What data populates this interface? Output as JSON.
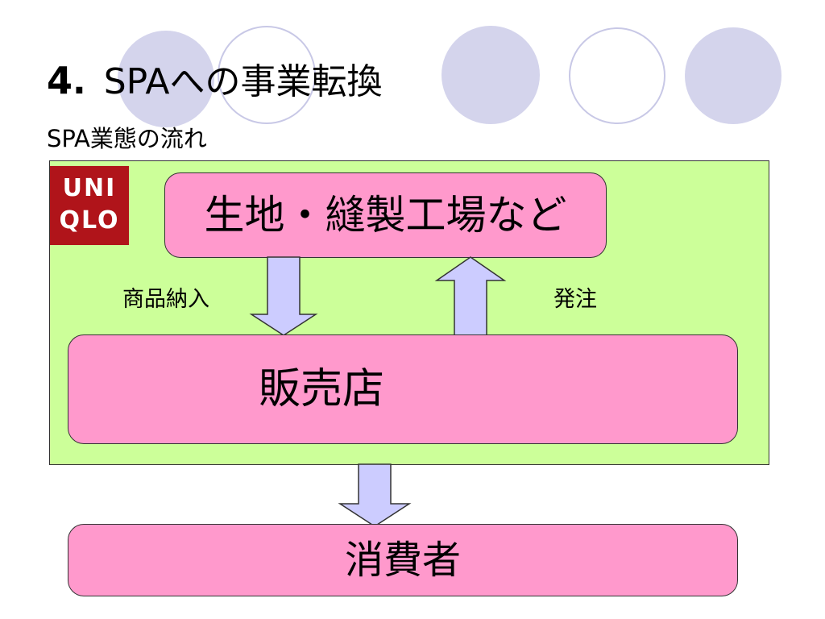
{
  "slide": {
    "title_number": "4",
    "title_dot": ".",
    "title_text": "SPAへの事業転換",
    "subtitle": "SPA業態の流れ"
  },
  "logo": {
    "line1": "UNI",
    "line2": "QLO",
    "color": "#b0141a"
  },
  "diagram": {
    "factory_label": "生地・縫製工場など",
    "store_label": "販売店",
    "consumer_label": "消費者",
    "delivery_label": "商品納入",
    "order_label": "発注"
  },
  "colors": {
    "box_fill": "#ff99cc",
    "area_fill": "#ccff99",
    "arrow_fill": "#ccccff",
    "deco_circle": "#d4d4ec"
  }
}
